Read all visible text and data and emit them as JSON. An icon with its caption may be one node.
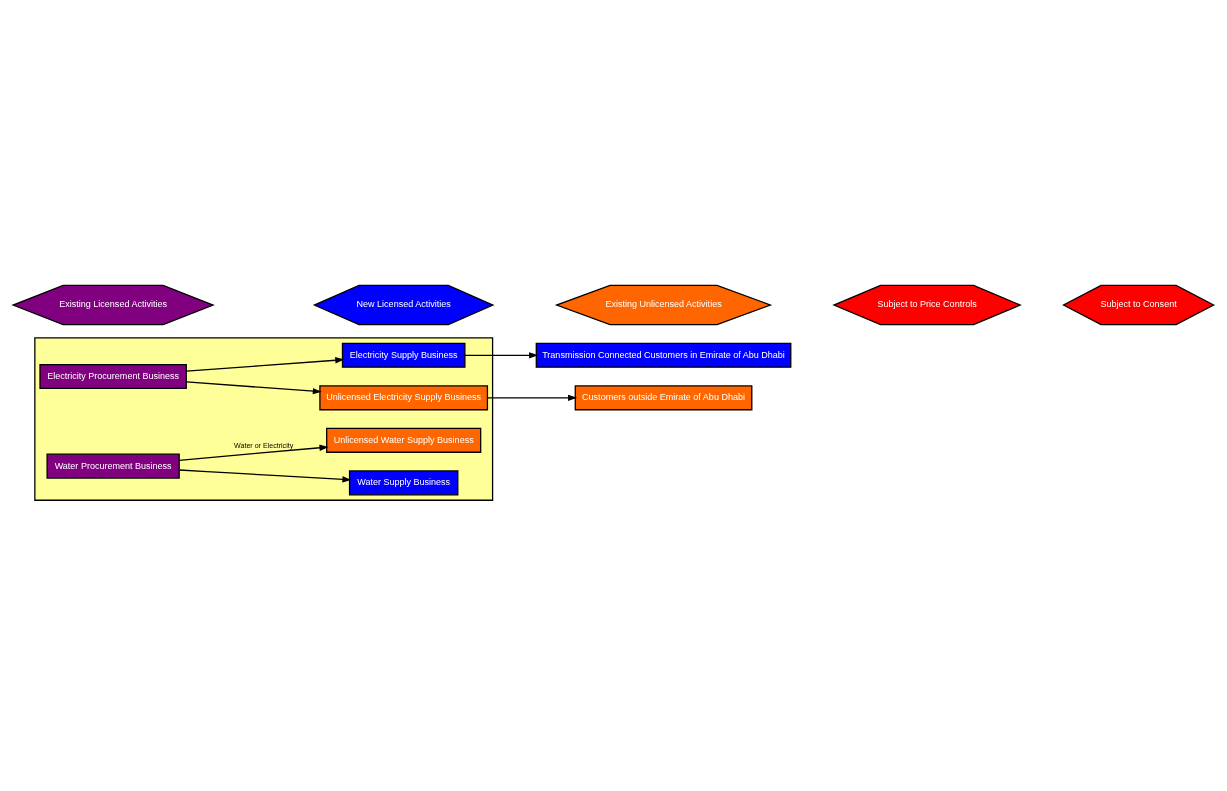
{
  "diagram": {
    "nodes": [
      {
        "text": [
          "Transmission Connected Customers in Emirate of Abu Dhabi"
        ]
      },
      {
        "text": [
          "Customers outside Emirate of Abu Dhabi"
        ]
      },
      {
        "text": [],
        "shape": "box"
      },
      {
        "text": [
          "Electricity Procurement Business"
        ],
        "in": 2
      },
      {
        "text": [
          "Electricity Supply Business"
        ],
        "in": 2
      },
      {
        "text": [
          "Unlicensed Electricity Supply Business"
        ],
        "in": 2
      },
      {
        "text": [
          "Water Procurement Business"
        ],
        "in": 2
      },
      {
        "text": [
          "Water Supply Business"
        ],
        "in": 2
      },
      {
        "text": [
          "Unlicensed Water Supply Business"
        ],
        "in": 2
      },
      {
        "text": [
          "Existing Licensed Activities"
        ]
      },
      {
        "text": [
          "New Licensed Activities"
        ]
      },
      {
        "text": [
          "Existing Unlicensed Activities"
        ]
      },
      {
        "text": [
          "Subject to Price Controls"
        ]
      },
      {
        "text": [
          "Subject to Consent"
        ]
      }
    ],
    "edges": [
      {
        "from": 4,
        "to": 0,
        "arrow": "to"
      },
      {
        "from": 5,
        "to": 1,
        "arrow": "to"
      },
      {
        "from": 3,
        "to": 4,
        "arrow": "to"
      },
      {
        "from": 3,
        "to": 5,
        "arrow": "to"
      },
      {
        "from": 6,
        "to": 8,
        "arrow": "to",
        "label": "Water or Electricity"
      },
      {
        "from": 6,
        "to": 7,
        "arrow": "to"
      }
    ]
  }
}
